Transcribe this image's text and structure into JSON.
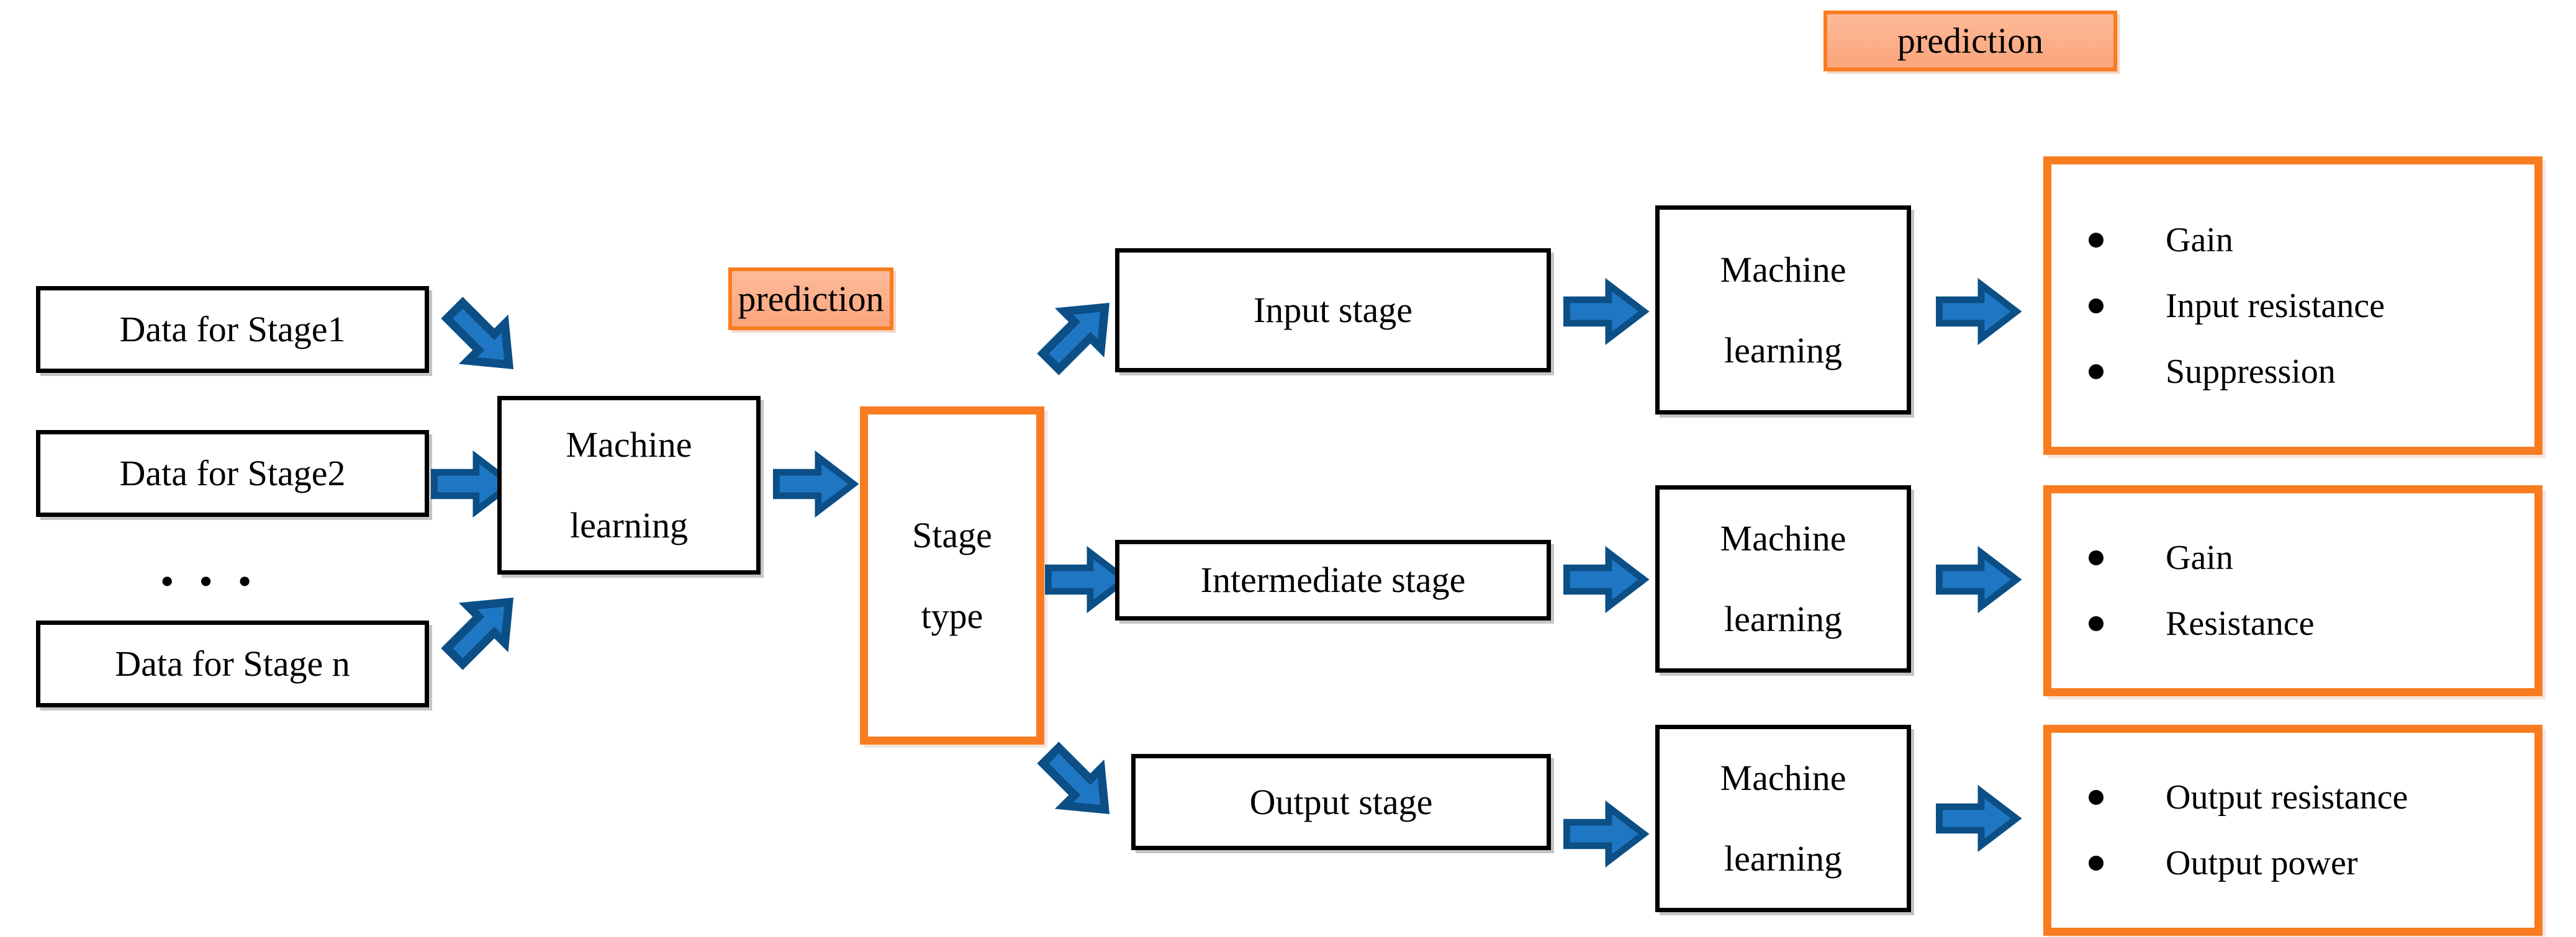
{
  "diagram": {
    "title_visible": false,
    "colors": {
      "arrow_fill": "#1F77C4",
      "arrow_stroke": "#0B4F86",
      "orange_border": "#F97C20",
      "prediction_fill_top": "#FCBA98",
      "prediction_fill_bottom": "#FBA57C",
      "box_border": "#000000",
      "background": "#FFFFFF"
    },
    "input_data_boxes": [
      {
        "label": "Data for Stage1"
      },
      {
        "label": "Data for Stage2"
      },
      {
        "label": "Data for Stage n"
      }
    ],
    "ellipsis": "• • •",
    "first_ml": {
      "line1": "Machine",
      "line2": "learning"
    },
    "prediction_label_left": "prediction",
    "prediction_label_right": "prediction",
    "stage_type": {
      "line1": "Stage",
      "line2": "type"
    },
    "stage_boxes": [
      {
        "label": "Input stage"
      },
      {
        "label": "Intermediate stage"
      },
      {
        "label": "Output stage"
      }
    ],
    "ml_boxes": [
      {
        "line1": "Machine",
        "line2": "learning"
      },
      {
        "line1": "Machine",
        "line2": "learning"
      },
      {
        "line1": "Machine",
        "line2": "learning"
      }
    ],
    "output_boxes": [
      {
        "items": [
          "Gain",
          "Input resistance",
          "Suppression"
        ]
      },
      {
        "items": [
          "Gain",
          "Resistance"
        ]
      },
      {
        "items": [
          "Output resistance",
          "Output power"
        ]
      }
    ],
    "arrows": [
      {
        "name": "arrow-stage1-to-ml",
        "direction": "down-right"
      },
      {
        "name": "arrow-stage2-to-ml",
        "direction": "right"
      },
      {
        "name": "arrow-stagen-to-ml",
        "direction": "up-right"
      },
      {
        "name": "arrow-ml-to-stagetype",
        "direction": "right"
      },
      {
        "name": "arrow-stagetype-to-input-stage",
        "direction": "up-right"
      },
      {
        "name": "arrow-stagetype-to-intermediate-stage",
        "direction": "right"
      },
      {
        "name": "arrow-stagetype-to-output-stage",
        "direction": "down-right"
      },
      {
        "name": "arrow-input-stage-to-ml",
        "direction": "right"
      },
      {
        "name": "arrow-intermediate-stage-to-ml",
        "direction": "right"
      },
      {
        "name": "arrow-output-stage-to-ml",
        "direction": "right"
      },
      {
        "name": "arrow-ml1-to-output1",
        "direction": "right"
      },
      {
        "name": "arrow-ml2-to-output2",
        "direction": "right"
      },
      {
        "name": "arrow-ml3-to-output3",
        "direction": "right"
      }
    ]
  }
}
